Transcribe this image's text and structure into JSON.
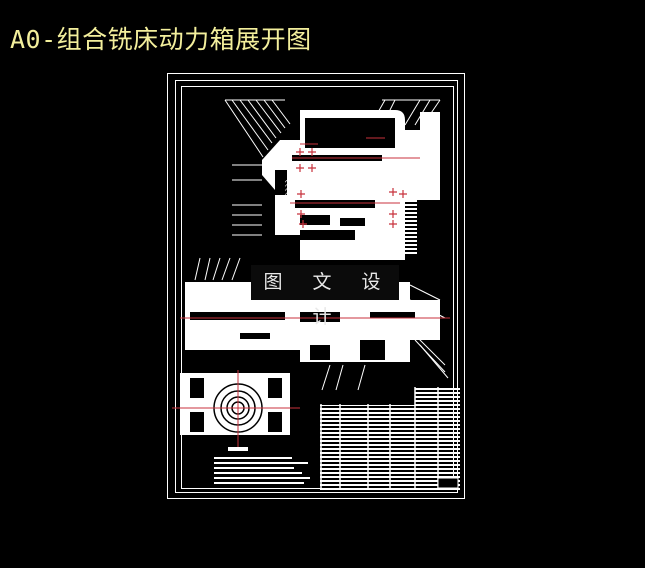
{
  "header": {
    "title": "A0-组合铣床动力箱展开图"
  },
  "drawing": {
    "background": "#000000",
    "line_color": "#ffffff",
    "centerline_color": "#c8323c",
    "title_color": "#f3ef9c",
    "watermark_text": "图 文 设 计",
    "views": [
      "main-unfolded-view",
      "side-section-view",
      "parts-list-table",
      "technical-notes"
    ]
  }
}
